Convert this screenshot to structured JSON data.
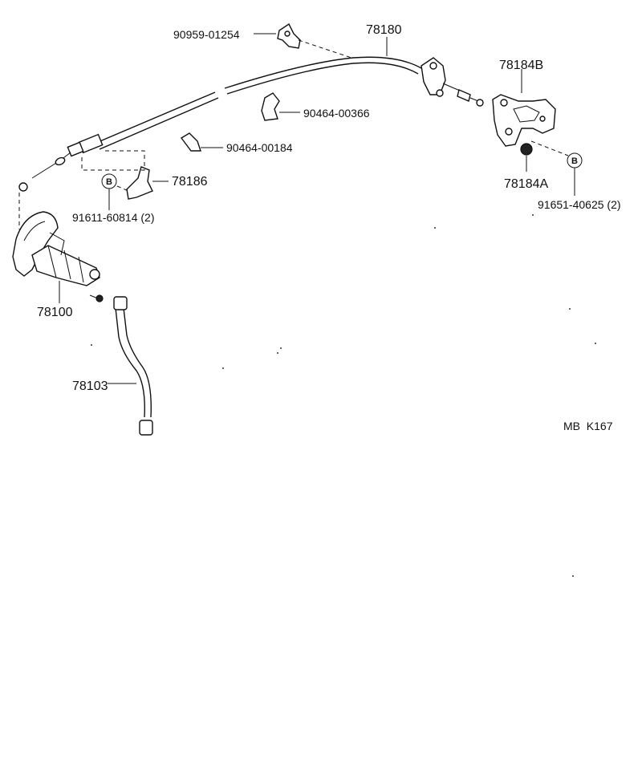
{
  "labels": {
    "p90959": "90959-01254",
    "p78180": "78180",
    "p78184b": "78184B",
    "p90464a": "90464-00366",
    "p90464b": "90464-00184",
    "p78186": "78186",
    "p91611": "91611-60814 (2)",
    "p78184a": "78184A",
    "p91651": "91651-40625 (2)",
    "p78100": "78100",
    "p78103": "78103",
    "code": "MB  K167"
  },
  "markers": {
    "b_left": "B",
    "b_right": "B"
  }
}
